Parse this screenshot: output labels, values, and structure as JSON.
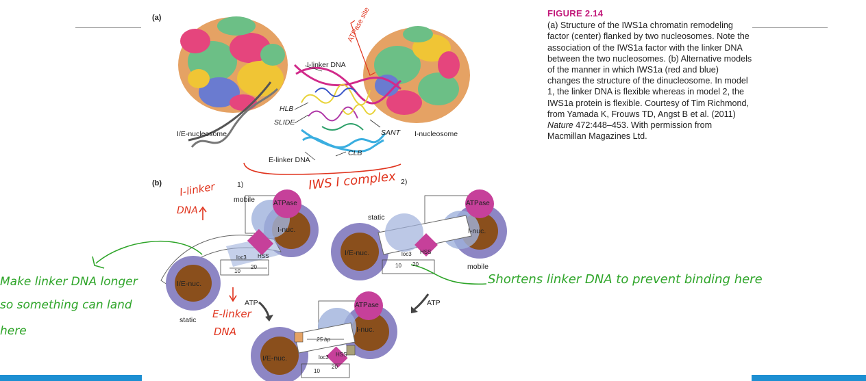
{
  "caption": {
    "title": "FIGURE 2.14",
    "part1": "(a) Structure of the IWS1a chromatin remodeling factor (center) flanked by two nucleosomes. Note the association of the IWS1a factor with the linker DNA between the two nucleosomes. (b) Alternative models of the manner in which IWS1a (red and blue) changes the structure of the dinucleosome. In model 1, the linker DNA is flexible whereas in model 2, the IWS1a protein is flexible. Courtesy of Tim Richmond, from Yamada K, Frouws TD, Angst B et al. (2011) ",
    "journal": "Nature",
    "part2": " 472:448–453. With permission from Macmillan Magazines Ltd."
  },
  "panel_a": {
    "label": "(a)",
    "atpase_site": "ATPase site",
    "i_linker_dna": "I-linker DNA",
    "hlb": "HLB",
    "slide": "SLIDE",
    "sant": "SANT",
    "clb": "CLB",
    "ie_nucleosome": "I/E-nucleosome",
    "i_nucleosome": "I-nucleosome",
    "e_linker_dna": "E-linker DNA"
  },
  "panel_b": {
    "label": "(b)",
    "model1": "1)",
    "model2": "2)",
    "mobile": "mobile",
    "static": "static",
    "atpase": "ATPase",
    "i_nuc": "I-nuc.",
    "ie_nuc": "I/E-nuc.",
    "loc3": "loc3",
    "hss": "HSS",
    "tick10": "10",
    "tick20": "20",
    "atp": "ATP",
    "bp25": "25 bp"
  },
  "annotations": {
    "iws1_complex": "IWS I complex",
    "i_linker_l1": "I-linker",
    "i_linker_l2": "DNA",
    "e_linker_l1": "E-linker",
    "e_linker_l2": "DNA",
    "left_note_l1": "Make linker DNA longer",
    "left_note_l2": "so something can land",
    "left_note_l3": "here",
    "right_note": "Shortens linker DNA to prevent binding here"
  },
  "colors": {
    "caption_title": "#c2197a",
    "bottom_bar": "#1d8fd2",
    "nucleosome_outer": "#8d86c4",
    "nucleosome_core": "#8a4f1c",
    "atpase": "#c6409a",
    "hss": "#c6409a",
    "i_nuc_disc": "#9fb1dc",
    "handwriting_red": "#e0341e",
    "handwriting_green": "#2fa52a"
  }
}
